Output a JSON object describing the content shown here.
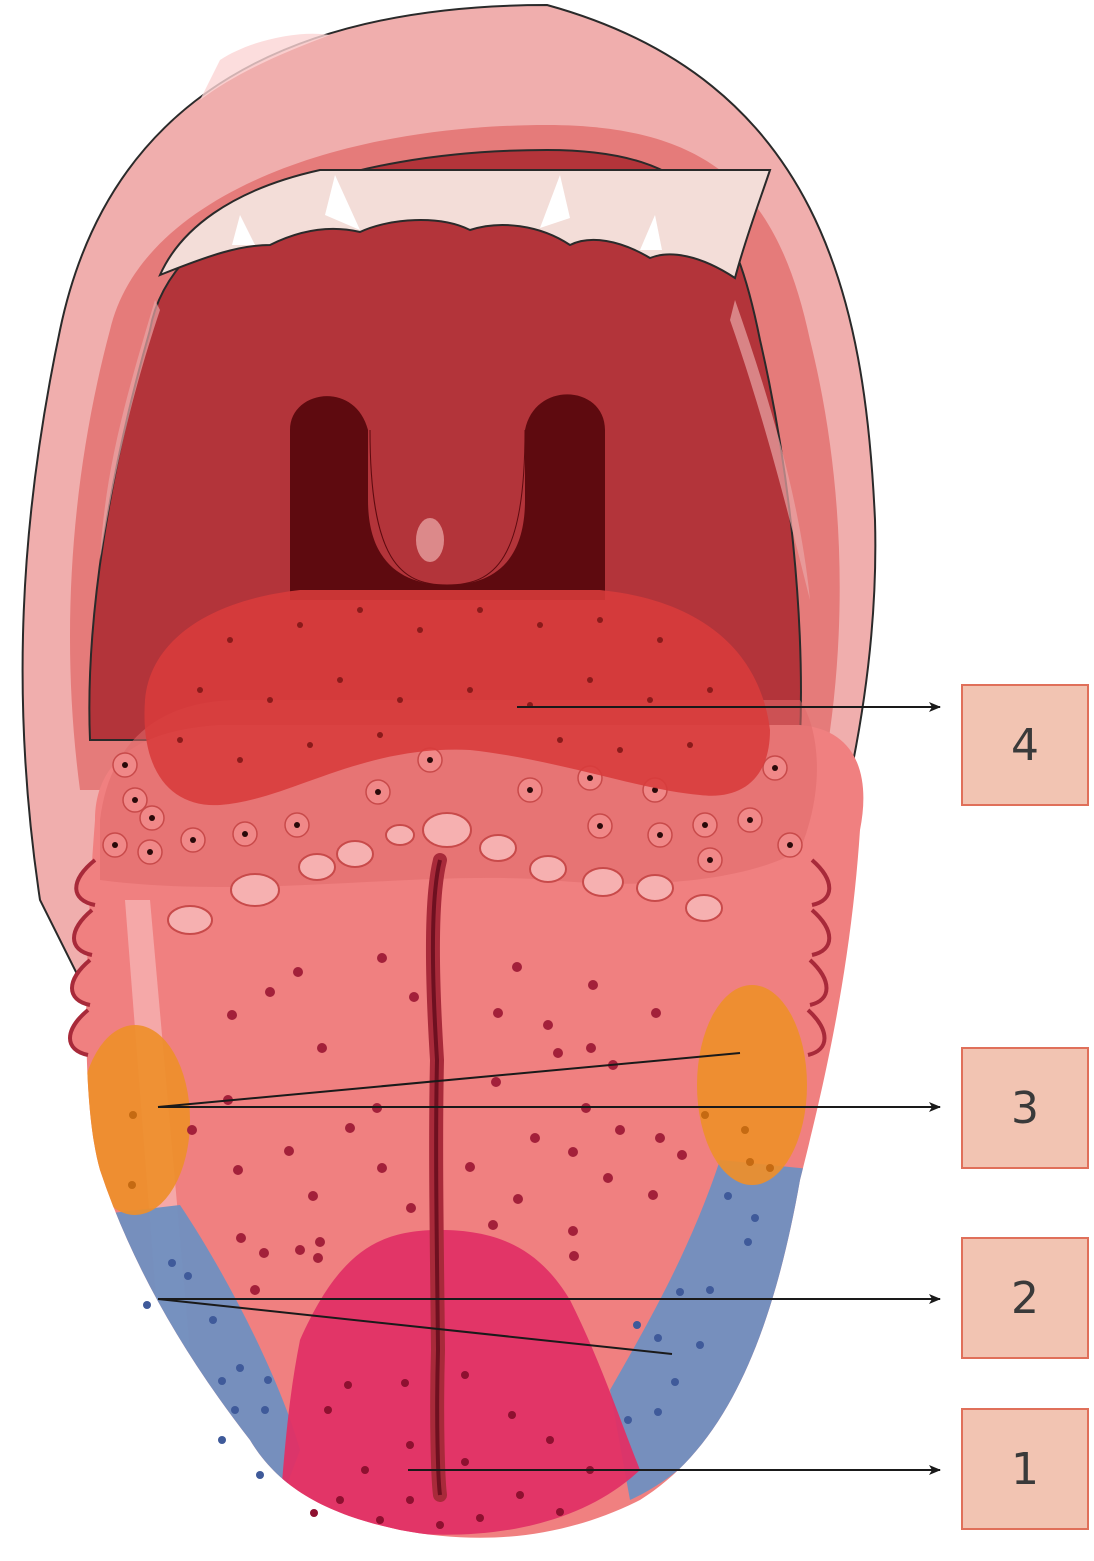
{
  "labels": [
    {
      "id": "4",
      "text": "4"
    },
    {
      "id": "3",
      "text": "3"
    },
    {
      "id": "2",
      "text": "2"
    },
    {
      "id": "1",
      "text": "1"
    }
  ],
  "colors": {
    "lip": "#f0aead",
    "lip_inner": "#e57b7a",
    "mouth_cavity": "#b3343a",
    "throat": "#5e0a0f",
    "teeth": "#f3ddd8",
    "tongue": "#f08080",
    "zone_bitter": "#d83b3b",
    "zone_sour": "#ee8f2a",
    "zone_salty": "#6f8fc0",
    "zone_sweet": "#e03065",
    "label_fill": "#f2c4b2",
    "label_border": "#e0705a"
  },
  "icons": [
    "mouth-illustration",
    "tongue-illustration",
    "pointer-arrow"
  ]
}
